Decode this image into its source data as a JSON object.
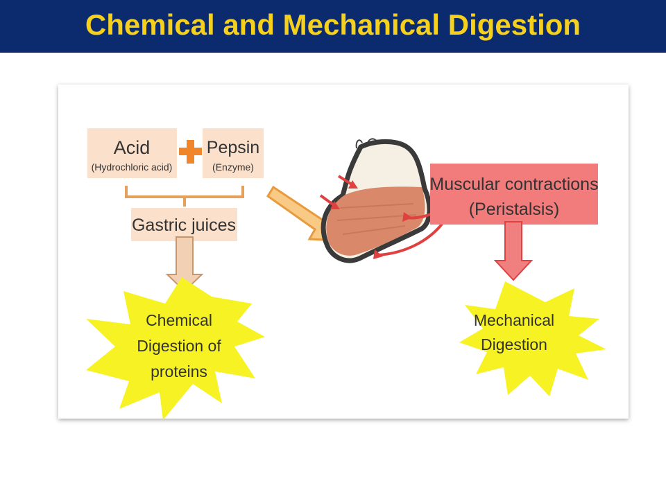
{
  "title": "Chemical and Mechanical Digestion",
  "diagram": {
    "acid": {
      "label": "Acid",
      "sublabel": "(Hydrochloric acid)"
    },
    "pepsin": {
      "label": "Pepsin",
      "sublabel": "(Enzyme)"
    },
    "gastric": {
      "label": "Gastric juices"
    },
    "muscular": {
      "line1": "Muscular contractions",
      "line2": "(Peristalsis)"
    },
    "chemical": {
      "line1": "Chemical",
      "line2": "Digestion of",
      "line3": "proteins"
    },
    "mechanical": {
      "line1": "Mechanical",
      "line2": "Digestion"
    }
  },
  "colors": {
    "header_bg": "#0c2a6e",
    "title": "#f5d01c",
    "box_fill": "#fbe0cc",
    "plus": "#f0852a",
    "muscular_fill": "#f27b7b",
    "starburst": "#f6f224",
    "red_arrow": "#e04040"
  }
}
